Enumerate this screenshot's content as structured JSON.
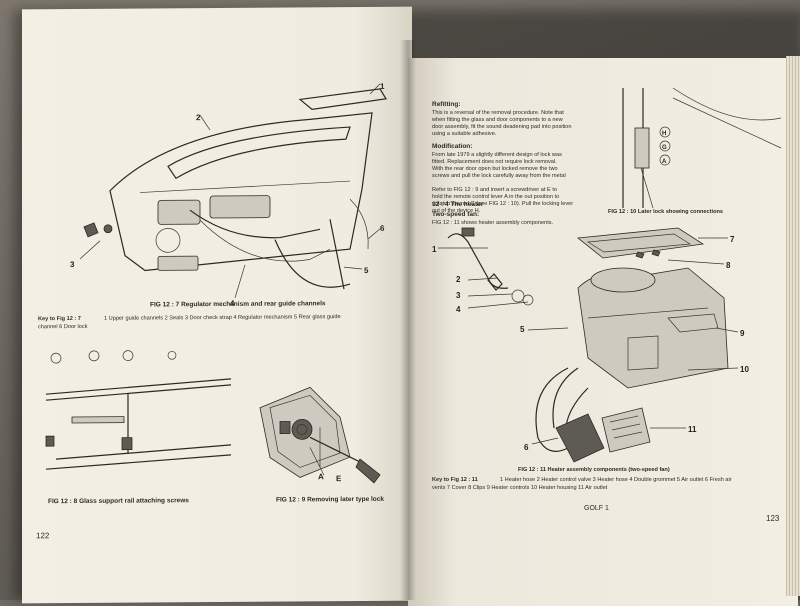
{
  "left_page": {
    "fig_12_7_caption": "FIG 12 : 7  Regulator mechanism and rear guide channels",
    "fig_12_7_key_title": "Key to Fig 12 : 7",
    "fig_12_7_key_line1": "1  Upper guide channels    2  Seals    3  Door check strap    4  Regulator mechanism    5  Rear glass guide",
    "fig_12_7_key_line2": "channel    6  Door lock",
    "fig_12_7_callouts": [
      "1",
      "2",
      "3",
      "4",
      "5",
      "6"
    ],
    "fig_12_8_caption": "FIG 12 : 8  Glass support rail attaching screws",
    "fig_12_9_caption": "FIG 12 : 9  Removing later type lock",
    "fig_12_9_callouts": [
      "A",
      "E"
    ],
    "page_number": "122"
  },
  "right_page": {
    "refitting_heading": "Refitting:",
    "refitting_text": [
      "This is a reversal of the removal procedure. Note that",
      "when fitting the glass and door components to a new",
      "door assembly, fit the sound deadening pad into position",
      "using a suitable adhesive."
    ],
    "modification_heading": "Modification:",
    "modification_text": [
      "From late 1979 a slightly different design of lock was",
      "fitted. Replacement does not require lock removal.",
      "With the rear door open but locked remove the two",
      "screws and pull the lock carefully away from the metal",
      "",
      "Refer to FIG 12 : 9 and insert a screwdriver at E to",
      "hold the remote control lever A in the out position to",
      "unlatch the rod G (see FIG 12 : 10). Pull the locking lever",
      "out of the device H."
    ],
    "fig_12_10_caption": "FIG 12 : 10  Later lock showing connections",
    "fig_12_10_callouts": [
      "H",
      "G",
      "A"
    ],
    "section_heading": "12 : 4  The heater",
    "subsection_heading": "Two-speed fan:",
    "subsection_text": "FIG 12 : 11 shows heater assembly components.",
    "fig_12_11_callouts": [
      "1",
      "2",
      "3",
      "4",
      "5",
      "6",
      "7",
      "8",
      "9",
      "10",
      "11"
    ],
    "fig_12_11_caption": "FIG 12 : 11  Heater assembly components (two-speed fan)",
    "fig_12_11_key_title": "Key to Fig 12 : 11",
    "fig_12_11_key_line1": "1  Heater hose    2  Heater control valve    3  Heater hose    4  Double grommet    5  Air outlet    6  Fresh air",
    "fig_12_11_key_line2": "vents    7  Cover    8  Clips    9  Heater controls    10  Heater housing    11  Air outlet",
    "footer_title": "GOLF 1",
    "page_number": "123"
  }
}
